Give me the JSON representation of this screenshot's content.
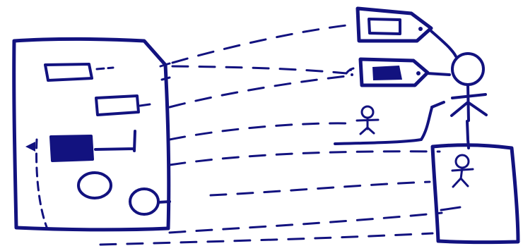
{
  "colors": {
    "ink": "#12127f",
    "background": "#ffffff"
  },
  "elements": {
    "document": "document-page",
    "tags": [
      "price-tag-outline",
      "price-tag-filled"
    ],
    "people": [
      "stick-figure-large",
      "stick-figure-small",
      "stick-figure-badge"
    ],
    "shapes": [
      "rectangle-outline",
      "rectangle-outline",
      "rectangle-filled",
      "circle-outline",
      "circle-outline"
    ]
  }
}
